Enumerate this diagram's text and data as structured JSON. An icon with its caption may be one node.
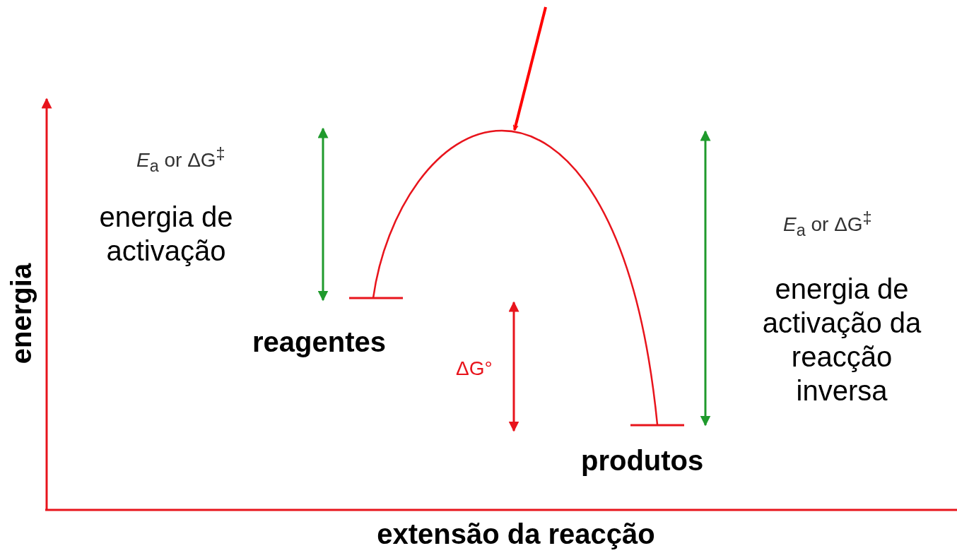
{
  "diagram": {
    "labels": [
      "*E*$_{a}$ or ΔG$^{‡}$",
      "energia de activação",
      "*E*$_{a}$ or ΔG$^{‡}$",
      "energia de activação da reacção inversa",
      "reagentes",
      "ΔG°",
      "produtos",
      "energia",
      "extensão da reacção"
    ]
  }
}
